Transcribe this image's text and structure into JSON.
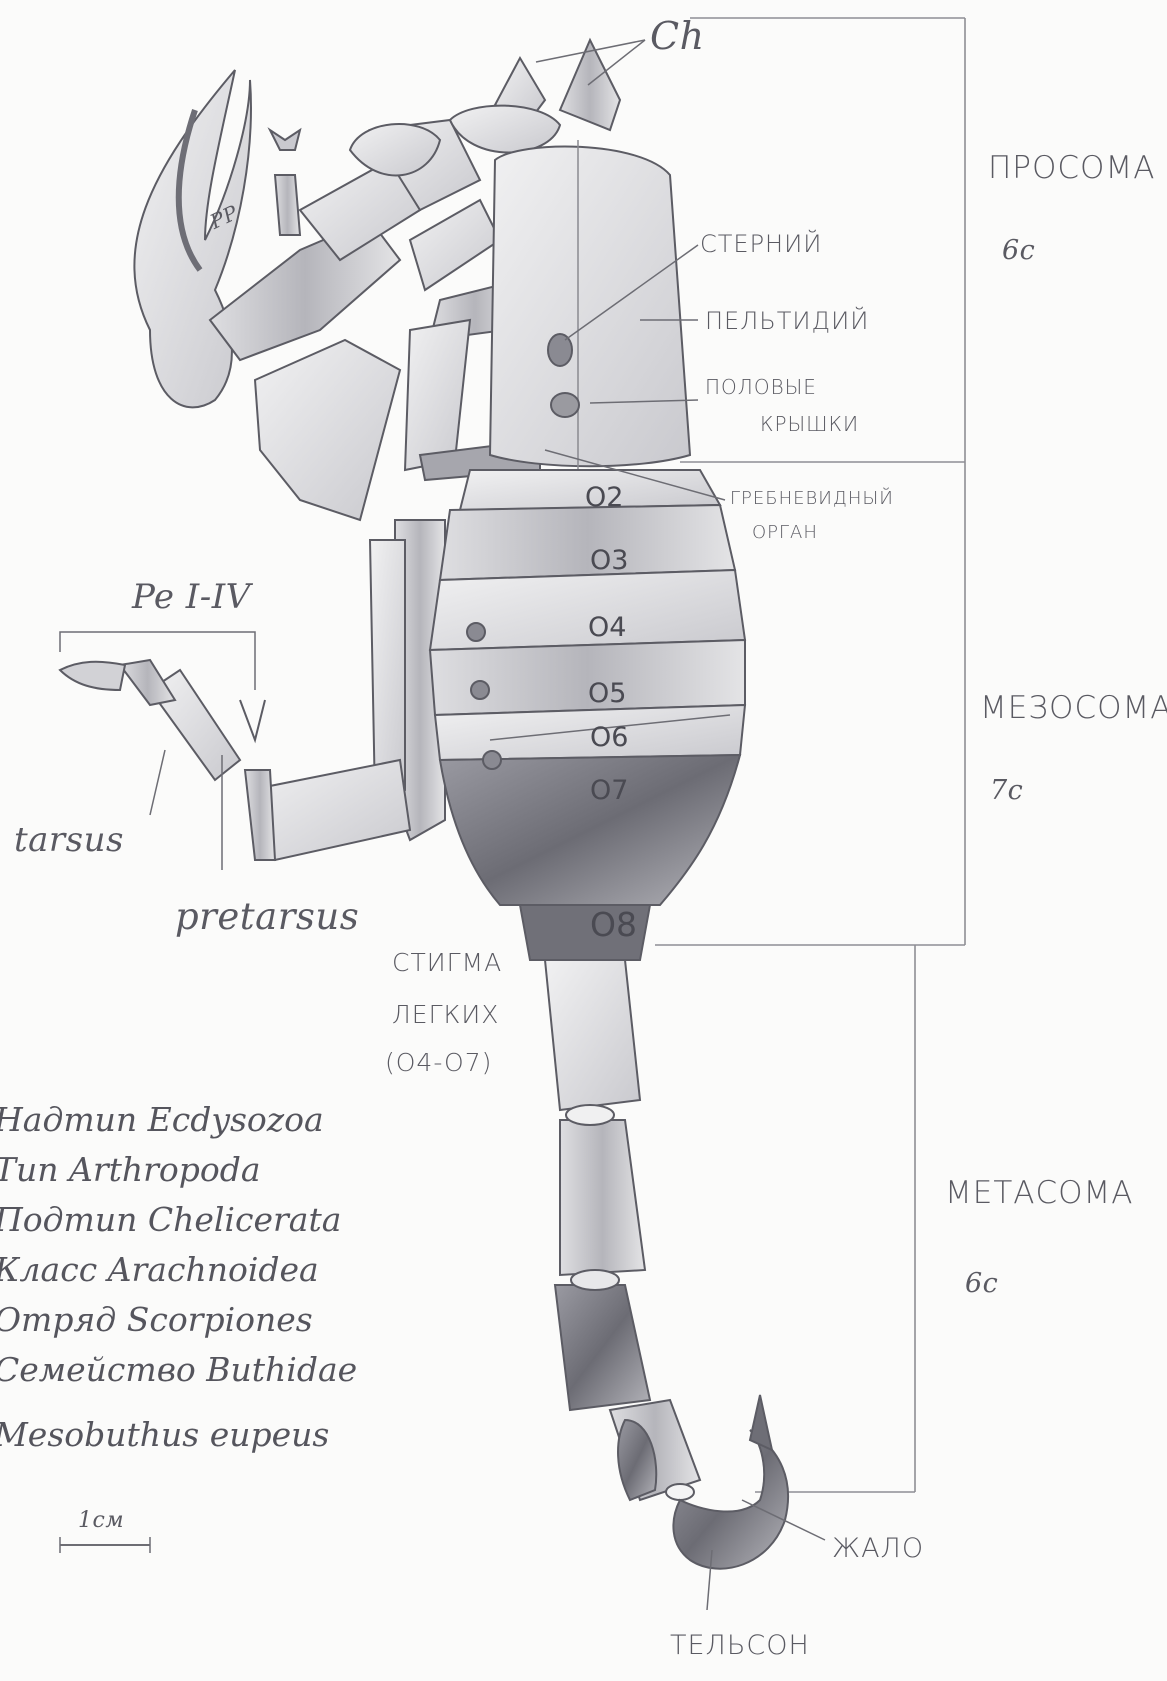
{
  "labels": {
    "ch": "Ch",
    "prosoma": "ПРОСОМА",
    "prosoma_count": "6с",
    "sterny": "СТЕРНИЙ",
    "peltidiy": "ПЕЛЬТИДИЙ",
    "polovye_1": "ПОЛОВЫЕ",
    "polovye_2": "КРЫШКИ",
    "grebnevid_1": "ГРЕБНЕВИДНЫЙ",
    "grebnevid_2": "ОРГАН",
    "pp": "PP",
    "pe": "Pe I-IV",
    "tarsus": "tarsus",
    "pretarsus": "pretarsus",
    "mesosoma": "МЕЗОСОМА",
    "mesosoma_count": "7с",
    "stigma_1": "СТИГМА",
    "stigma_2": "ЛЕГКИХ",
    "stigma_3": "(O4-O7)",
    "metasoma": "МЕТАСОМА",
    "metasoma_count": "6с",
    "zhalo": "ЖАЛО",
    "telson": "ТЕЛЬСОН",
    "scale": "1см"
  },
  "segments": [
    "O2",
    "O3",
    "O4",
    "O5",
    "O6",
    "O7",
    "O8"
  ],
  "taxonomy": [
    "Надтип Ecdysozoa",
    "Тип Arthropoda",
    "Подтип Chelicerata",
    "Класс Arachnoidea",
    "Отряд Scorpiones",
    "Семейство Buthidae",
    "Mesobuthus eupeus"
  ],
  "colors": {
    "paper": "#fbfbfa",
    "pencil": "#55555c",
    "shade_light": "#d9d9dc",
    "shade_mid": "#a9a9af",
    "shade_dark": "#6e6e76"
  }
}
